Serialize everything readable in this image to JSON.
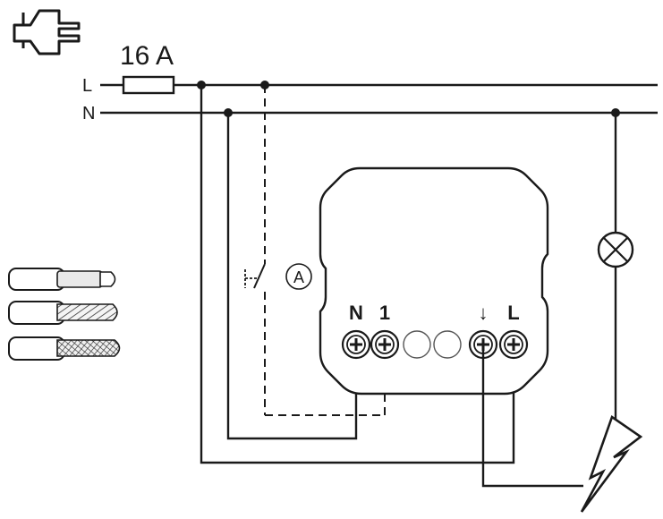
{
  "fuse": {
    "rating": "16 A"
  },
  "lines": {
    "live": "L",
    "neutral": "N"
  },
  "device": {
    "terminals": [
      {
        "label": "N"
      },
      {
        "label": "1"
      },
      {
        "label": ""
      },
      {
        "label": ""
      },
      {
        "label": "↓"
      },
      {
        "label": "L"
      }
    ]
  },
  "switch": {
    "symbol": "A"
  },
  "icons": [
    "plug-icon",
    "lamp-icon",
    "lightning-icon",
    "wire-solid-icon",
    "wire-stranded-icon",
    "wire-fine-stranded-icon"
  ],
  "colors": {
    "ink": "#1a1a1a",
    "background": "#ffffff"
  }
}
